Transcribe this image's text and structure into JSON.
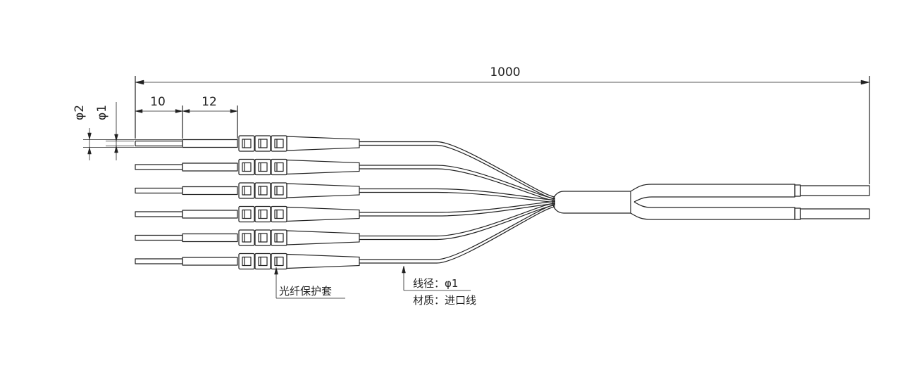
{
  "dimensions": {
    "total_length": "1000",
    "pigtail_length": "10",
    "sleeve_length": "12",
    "outer_diameter": "φ2",
    "inner_diameter": "φ1"
  },
  "callouts": {
    "protective_sleeve": "光纤保护套",
    "wire_diameter": "线径：φ1",
    "material": "材质：进口线"
  },
  "colors": {
    "line": "#222222",
    "background": "#ffffff"
  },
  "counts": {
    "fiber_legs": 6,
    "trunk_branches": 2
  }
}
